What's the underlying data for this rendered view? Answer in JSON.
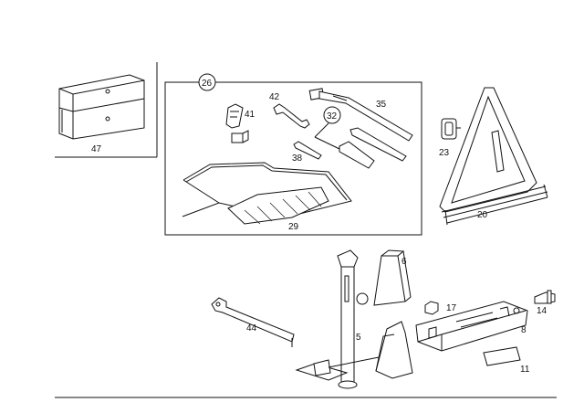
{
  "callouts": {
    "c47": "47",
    "c26": "26",
    "c42": "42",
    "c41": "41",
    "c35": "35",
    "c32": "32",
    "c38": "38",
    "c29": "29",
    "c23": "23",
    "c20": "20",
    "c6": "6",
    "c17": "17",
    "c14": "14",
    "c44": "44",
    "c5": "5",
    "c8": "8",
    "c11": "11"
  }
}
